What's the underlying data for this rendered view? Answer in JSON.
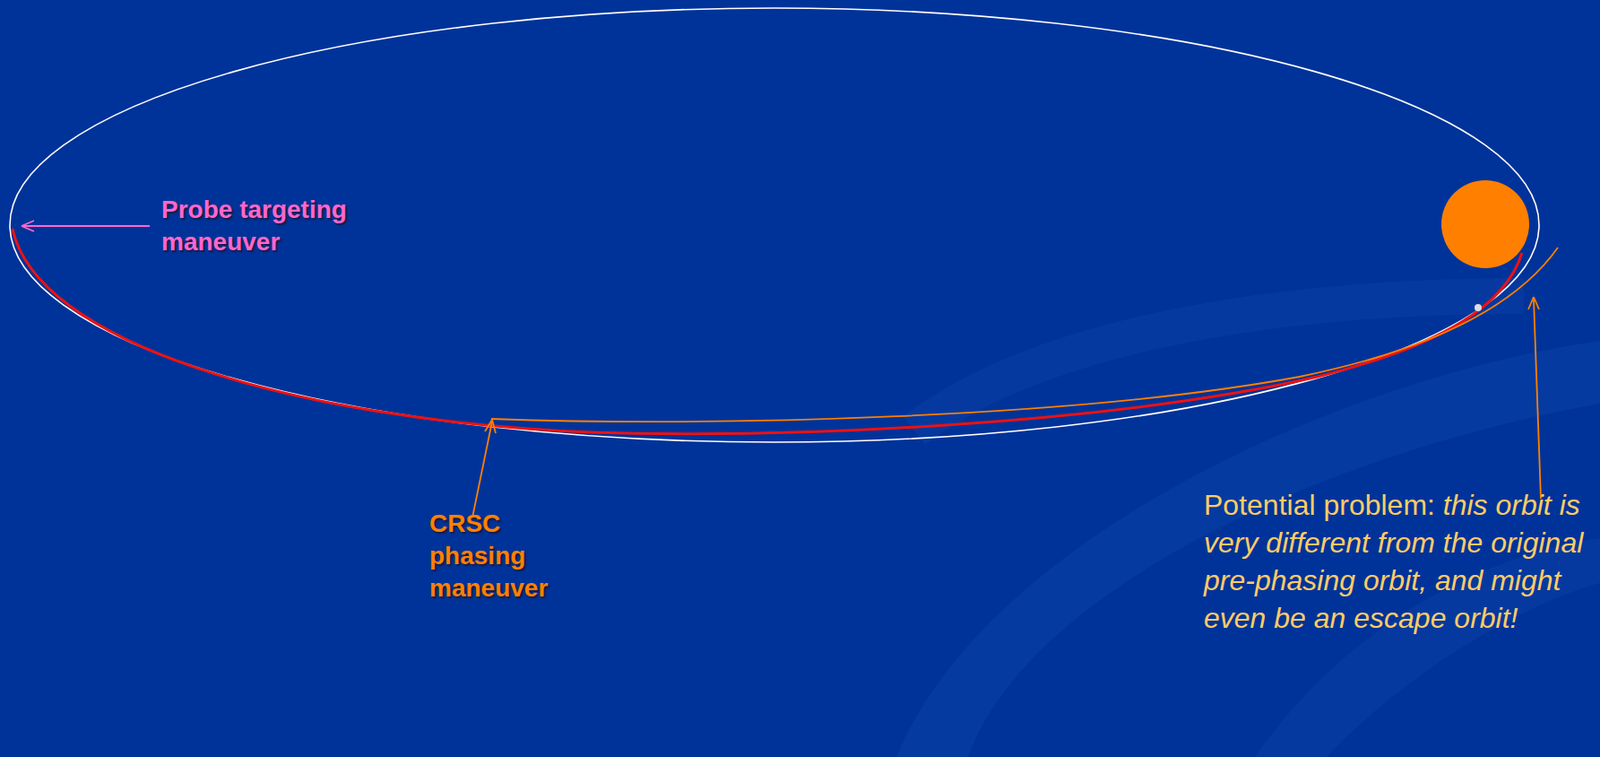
{
  "diagram": {
    "labels": [
      "Probe targeting maneuver",
      "CRSC phasing maneuver",
      "Potential problem:",
      "this orbit is very different from the original pre-phasing orbit, and might even be an escape orbit!"
    ]
  }
}
